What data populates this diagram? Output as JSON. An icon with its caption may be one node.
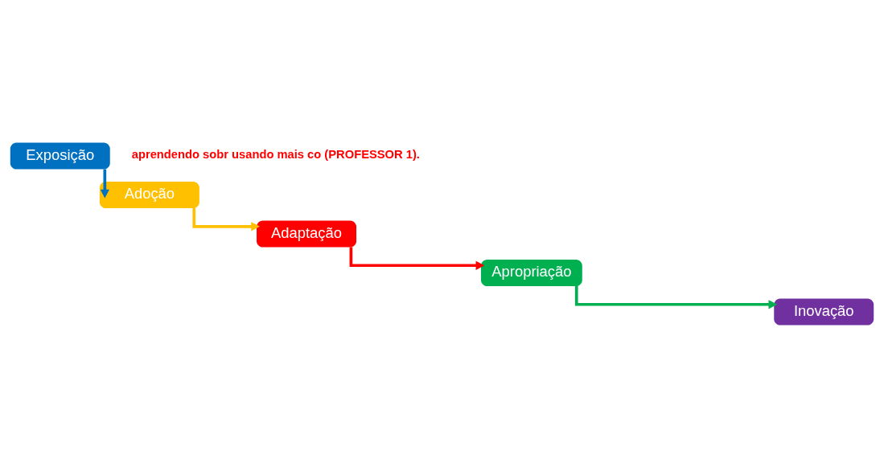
{
  "diagram": {
    "nodes": [
      {
        "text": [
          "Exposição"
        ]
      },
      {
        "text": [
          "Adoção"
        ]
      },
      {
        "text": [
          "Adaptação"
        ]
      },
      {
        "text": [
          "Apropriação"
        ]
      },
      {
        "text": [
          "Inovação"
        ]
      }
    ],
    "edges": [
      {
        "from": 0,
        "to": 1,
        "arrow": "to",
        "color": "#0070c0"
      },
      {
        "from": 1,
        "to": 2,
        "arrow": "to",
        "color": "#ffc000"
      },
      {
        "from": 2,
        "to": 3,
        "arrow": "to",
        "color": "#ff0000"
      },
      {
        "from": 3,
        "to": 4,
        "arrow": "to",
        "color": "#00b050"
      }
    ],
    "labels": [
      "aprendendo sobr usando mais co (PROFESSOR 1)."
    ]
  }
}
